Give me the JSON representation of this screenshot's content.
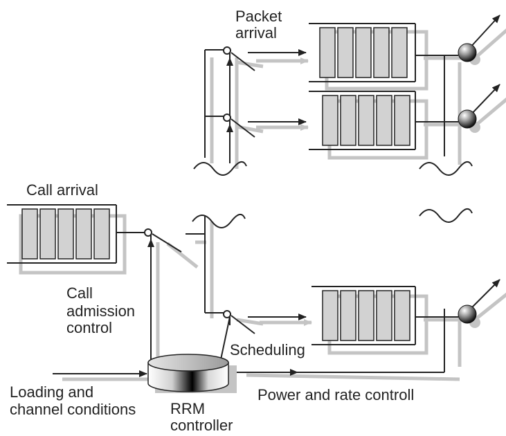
{
  "labels": {
    "packet_arrival_1": "Packet",
    "packet_arrival_2": "arrival",
    "call_arrival": "Call arrival",
    "call_admission_1": "Call",
    "call_admission_2": "admission",
    "call_admission_3": "control",
    "scheduling": "Scheduling",
    "loading_1": "Loading and",
    "loading_2": "channel conditions",
    "rrm_1": "RRM",
    "rrm_2": "controller",
    "power": "Power and rate controll"
  },
  "colors": {
    "line": "#222222",
    "shadow": "#c4c4c4",
    "queue_cell": "#d2d2d2",
    "background": "#ffffff"
  }
}
